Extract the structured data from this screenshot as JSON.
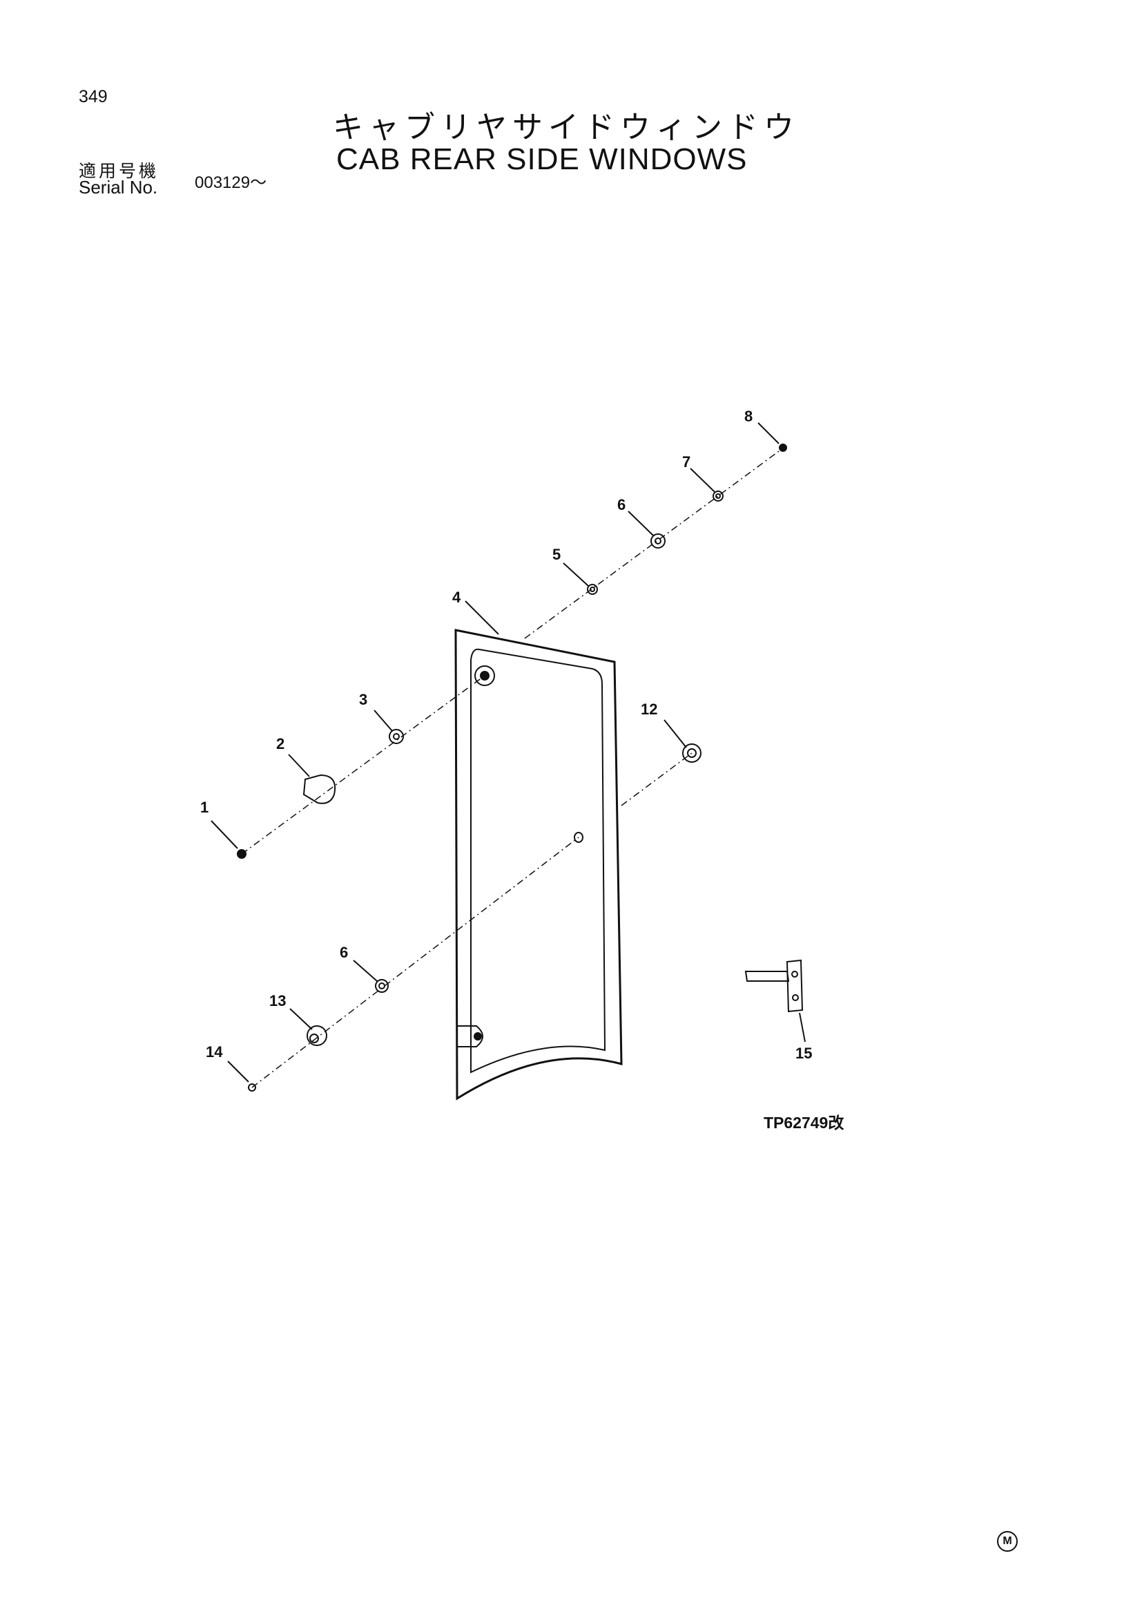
{
  "header": {
    "page_number": "349",
    "title_jp": "キャブリヤサイドウィンドウ",
    "title_en": "CAB REAR SIDE WINDOWS",
    "serial_label_jp": "適用号機",
    "serial_label_en": "Serial No.",
    "serial_value": "003129～"
  },
  "diagram": {
    "callouts": [
      "1",
      "2",
      "3",
      "4",
      "5",
      "6",
      "7",
      "8",
      "12",
      "6",
      "13",
      "14",
      "15"
    ],
    "drawing_id": "TP62749改",
    "corner_mark": "M"
  }
}
